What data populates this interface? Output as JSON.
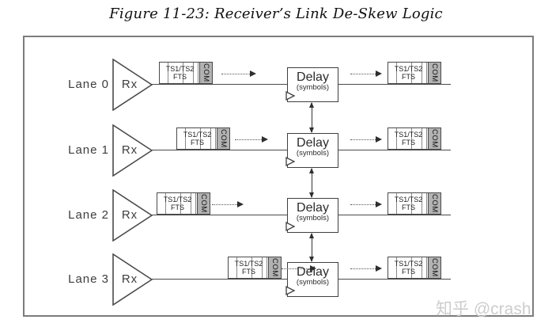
{
  "figure": {
    "title": "Figure 11-23: Receiver’s Link De-Skew Logic",
    "watermark": "知乎 @crash"
  },
  "diagram": {
    "symbol_block": {
      "top_label": "TS1/TS2",
      "bottom_label": "FTS",
      "com_label": "COM"
    },
    "delay_box": {
      "label": "Delay",
      "sublabel": "(symbols)"
    },
    "lanes": [
      {
        "label": "Lane 0",
        "rx_label": "Rx"
      },
      {
        "label": "Lane 1",
        "rx_label": "Rx"
      },
      {
        "label": "Lane 2",
        "rx_label": "Rx"
      },
      {
        "label": "Lane 3",
        "rx_label": "Rx"
      }
    ],
    "colors": {
      "line": "#4a4a4a",
      "com_fill": "#b2b2b2",
      "frame": "#7c7c7c",
      "watermark": "#cdcdcd"
    }
  }
}
